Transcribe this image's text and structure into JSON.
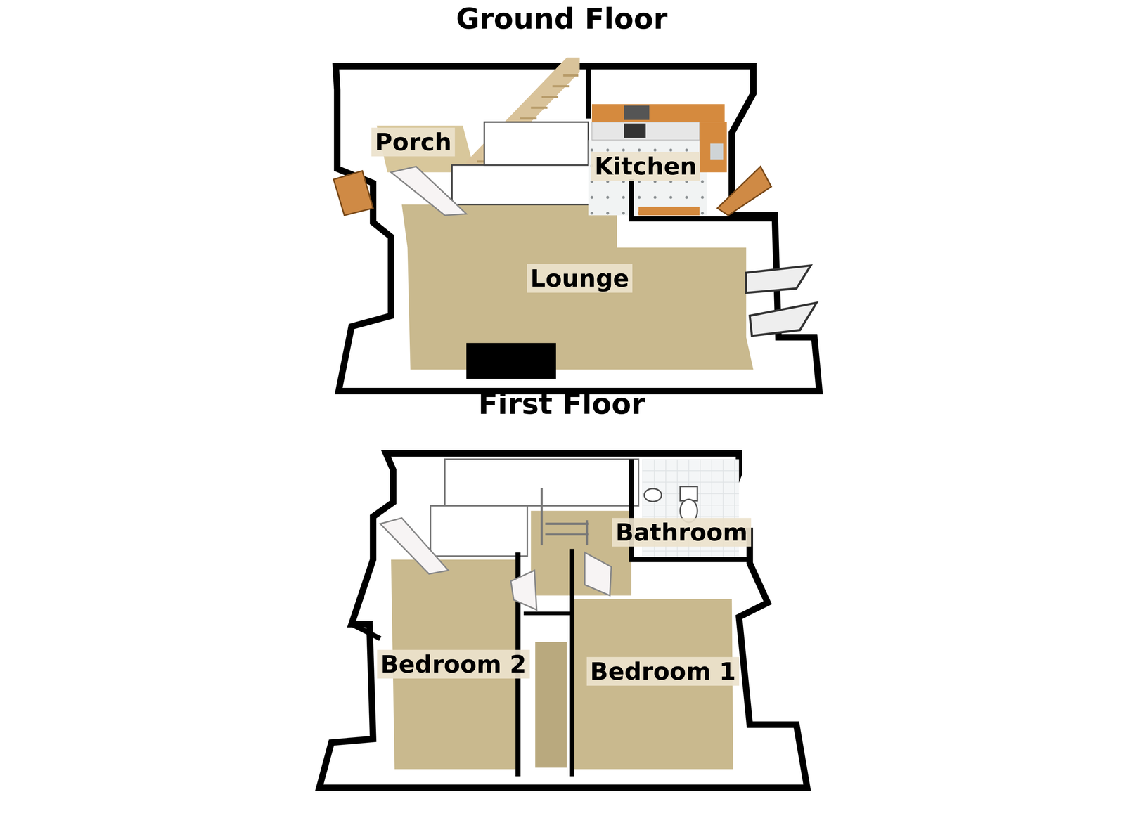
{
  "diagram": {
    "labels": [
      "Ground Floor",
      "Porch",
      "Kitchen",
      "Lounge",
      "First Floor",
      "Bathroom",
      "Bedroom 2",
      "Bedroom 1"
    ]
  }
}
